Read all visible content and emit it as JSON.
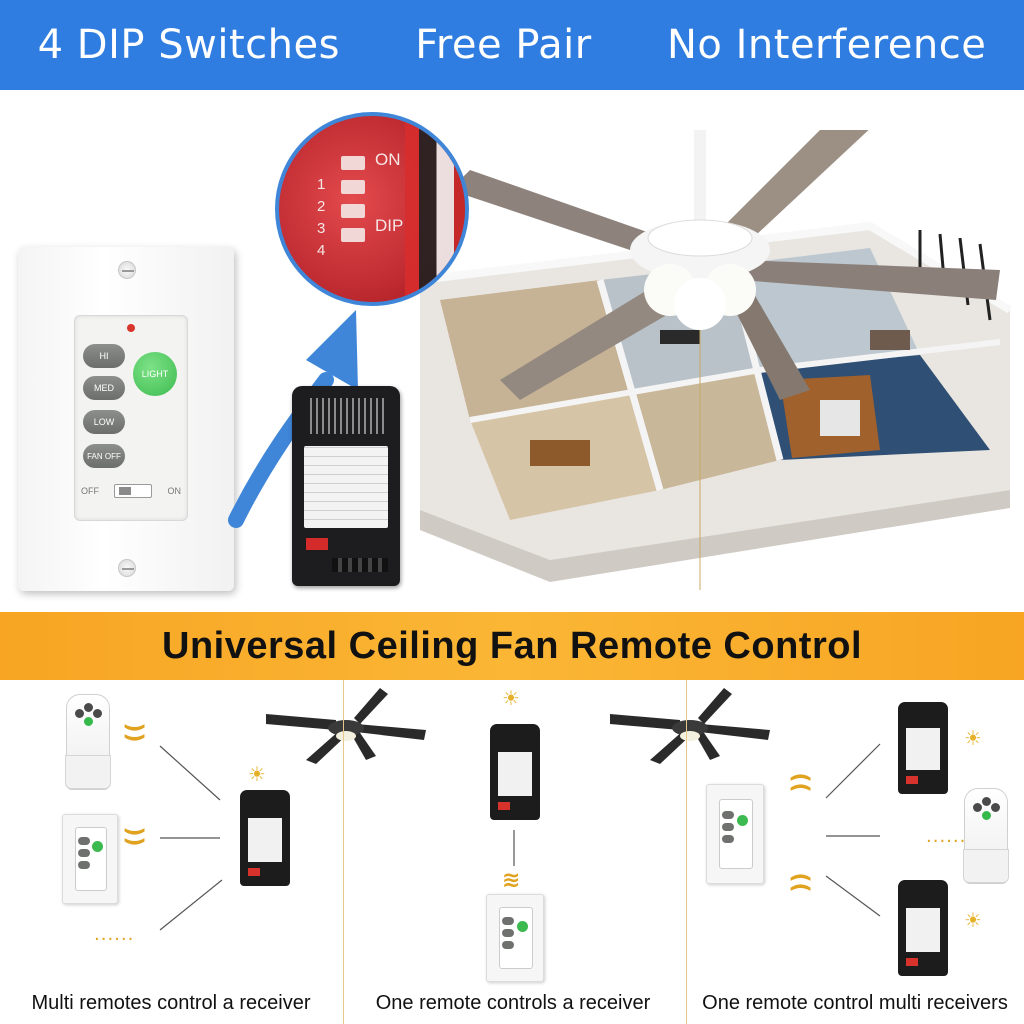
{
  "banner": {
    "items": [
      "4 DIP Switches",
      "Free Pair",
      "No Interference"
    ],
    "color": "#2f7de1"
  },
  "zoom": {
    "on_label": "ON",
    "dip_label": "DIP",
    "numbers": [
      "1",
      "2",
      "3",
      "4"
    ]
  },
  "wall_switch": {
    "buttons": [
      "HI",
      "MED",
      "LOW",
      "FAN OFF"
    ],
    "light_label": "LIGHT",
    "off_label": "OFF",
    "on_label": "ON"
  },
  "headline": {
    "text": "Universal Ceiling Fan Remote Control",
    "color": "#f9ae2d"
  },
  "diagrams": {
    "captions": [
      "Multi remotes control a receiver",
      "One remote controls a receiver",
      "One remote control multi receivers"
    ],
    "ellipsis": "......",
    "icons": [
      "signal-waves-icon",
      "light-bulb-icon",
      "wifi-icon",
      "ceiling-fan-icon"
    ]
  }
}
